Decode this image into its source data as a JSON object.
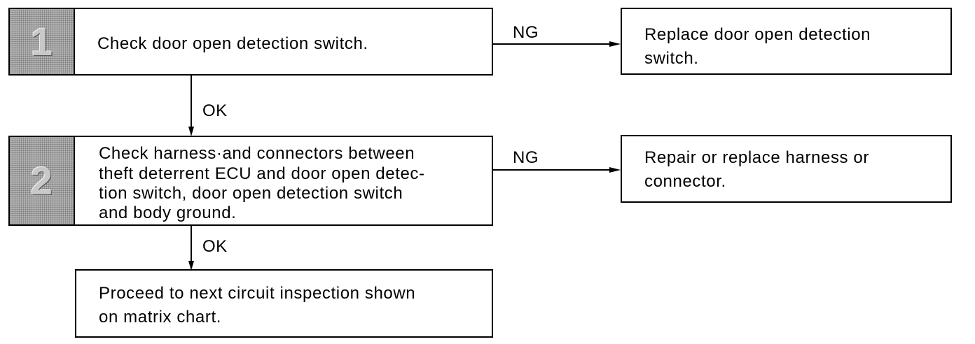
{
  "steps": [
    {
      "number": "1",
      "text": "Check door open detection switch."
    },
    {
      "number": "2",
      "text_lines": [
        "Check harness·and connectors between",
        "theft deterrent ECU and door open detec-",
        "tion switch, door open detection switch",
        "and body ground."
      ]
    }
  ],
  "results": [
    {
      "lines": [
        "Replace door open detection",
        "switch."
      ]
    },
    {
      "lines": [
        "Repair or replace harness or",
        "connector."
      ]
    }
  ],
  "final": {
    "lines": [
      "Proceed to next circuit inspection shown",
      "on matrix chart."
    ]
  },
  "labels": {
    "ng": "NG",
    "ok": "OK"
  }
}
